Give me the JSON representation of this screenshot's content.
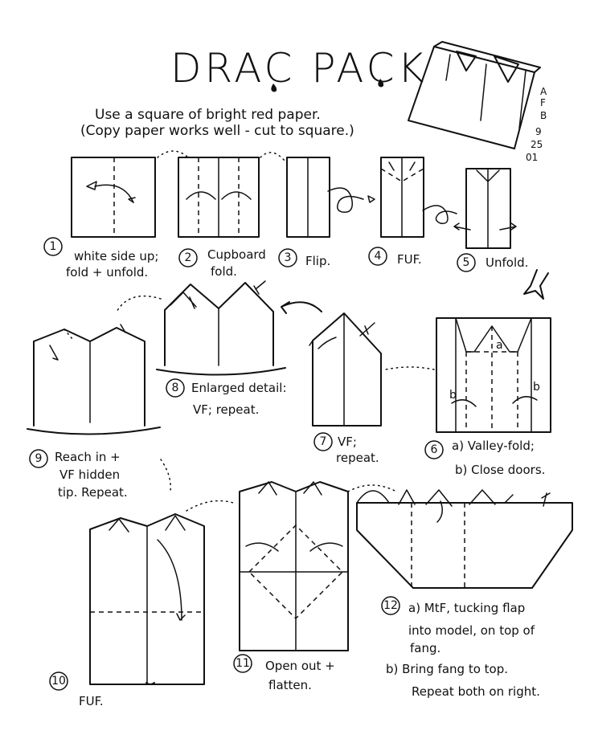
{
  "title": "DRAC PACK",
  "intro": {
    "line1": "Use a square of bright red paper.",
    "line2": "(Copy paper works well - cut to square.)"
  },
  "credit": [
    "A",
    "F",
    "B",
    "9",
    "25",
    "01"
  ],
  "steps": [
    {
      "num": "1",
      "lines": [
        "white side up;",
        "fold + unfold."
      ]
    },
    {
      "num": "2",
      "lines": [
        "Cupboard",
        "fold."
      ]
    },
    {
      "num": "3",
      "lines": [
        "Flip."
      ]
    },
    {
      "num": "4",
      "lines": [
        "FUF."
      ]
    },
    {
      "num": "5",
      "lines": [
        "Unfold."
      ]
    },
    {
      "num": "6",
      "lines": [
        "a) Valley-fold;",
        "b) Close doors."
      ]
    },
    {
      "num": "7",
      "lines": [
        "VF;",
        "repeat."
      ]
    },
    {
      "num": "8",
      "lines": [
        "Enlarged detail:",
        "VF; repeat."
      ]
    },
    {
      "num": "9",
      "lines": [
        "Reach in +",
        "VF hidden",
        "tip. Repeat."
      ]
    },
    {
      "num": "10",
      "lines": [
        "FUF."
      ]
    },
    {
      "num": "11",
      "lines": [
        "Open out +",
        "flatten."
      ]
    },
    {
      "num": "12",
      "lines": [
        "a) MtF, tucking flap",
        "into model, on top of",
        "fang.",
        "b) Bring fang to top.",
        "Repeat both on right."
      ]
    }
  ],
  "marks": {
    "a": "a",
    "b": "b"
  }
}
